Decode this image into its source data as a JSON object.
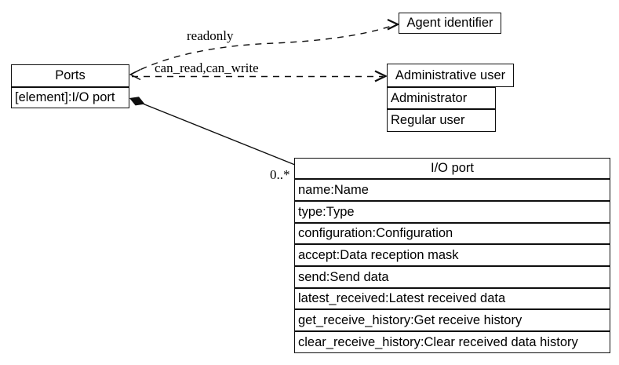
{
  "colors": {
    "background": "#ffffff",
    "line": "#0e0e0e",
    "text": "#000000"
  },
  "classes": {
    "ports": {
      "title": "Ports",
      "attributes": [
        "[element]:I/O port"
      ]
    },
    "agent_identifier": {
      "title": "Agent identifier"
    },
    "administrative_user": {
      "title": "Administrative user",
      "attributes": [
        "Administrator",
        "Regular user"
      ]
    },
    "io_port": {
      "title": "I/O port",
      "attributes": [
        "name:Name",
        "type:Type",
        "configuration:Configuration",
        "accept:Data reception mask",
        "send:Send data",
        "latest_received:Latest received data",
        "get_receive_history:Get receive history",
        "clear_receive_history:Clear received data history"
      ]
    }
  },
  "edges": {
    "readonly": {
      "label": "readonly",
      "style": "dashed-arrow"
    },
    "can_read_can_write": {
      "label": "can_read,can_write",
      "style": "dashed-arrow"
    },
    "composition": {
      "multiplicity": "0..*",
      "style": "solid-diamond"
    }
  }
}
